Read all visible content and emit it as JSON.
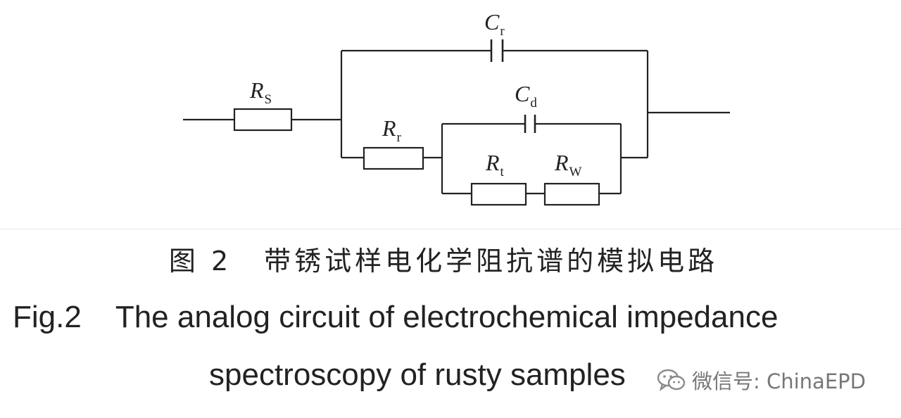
{
  "diagram": {
    "labels": {
      "rs": {
        "main": "R",
        "sub": "S"
      },
      "cr": {
        "main": "C",
        "sub": "r"
      },
      "rr": {
        "main": "R",
        "sub": "r"
      },
      "cd": {
        "main": "C",
        "sub": "d"
      },
      "rt": {
        "main": "R",
        "sub": "t"
      },
      "rw": {
        "main": "R",
        "sub": "W"
      }
    }
  },
  "caption": {
    "cn_number": "图 2",
    "cn_text": "带锈试样电化学阻抗谱的模拟电路",
    "en_number": "Fig.2",
    "en_line1": "The analog circuit of electrochemical impedance",
    "en_line2": "spectroscopy of rusty samples"
  },
  "watermark": {
    "text": "微信号: ChinaEPD",
    "icon": "wechat-icon"
  }
}
